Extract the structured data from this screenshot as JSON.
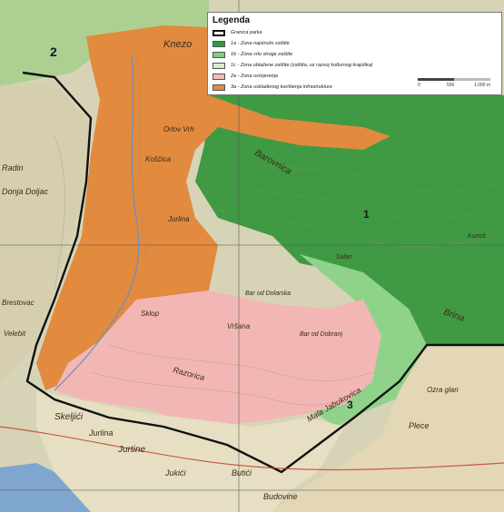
{
  "legend": {
    "title": "Legenda",
    "items": [
      {
        "text": "Granica parka",
        "color": "#ffffff"
      },
      {
        "text": "1a - Zona najstrože zaštite",
        "color": "#2e9e3a"
      },
      {
        "text": "1b - Zona vrlo stroge zaštite",
        "color": "#7fcf7a"
      },
      {
        "text": "1c - Zona ublažene zaštite (zaštita, uz razvoj kulturnog krajolika)",
        "color": "#d9ecc8"
      },
      {
        "text": "2a - Zona usmjerenja",
        "color": "#f3bcbc"
      },
      {
        "text": "3a - Zona usklađenog korištenja infrastrukture",
        "color": "#e58a3a"
      }
    ],
    "scale": {
      "t0": "0",
      "t1": "500",
      "t2": "1.000 m"
    }
  },
  "zones": [
    {
      "label": "2",
      "color": "#7fcf7a"
    },
    {
      "label": "1",
      "color": "#2e9e3a"
    },
    {
      "label": "3",
      "color": "#e58a3a"
    }
  ],
  "places": [
    "Knezo",
    "Orlov Vrh",
    "Koščica",
    "Jurlina",
    "Radin",
    "Donja Doljac",
    "Brestovac",
    "Velebit",
    "Jurlina",
    "Jukići",
    "Butići",
    "Budovine",
    "Skeljići",
    "Jurtine",
    "Plece",
    "Ozra glan",
    "Mala Jabukovica",
    "Sklop",
    "Bar od Dolarska",
    "Barovnica",
    "Brina",
    "Salan",
    "Vršana",
    "Razorica",
    "Bar od Dobranj",
    "Kunoš"
  ]
}
